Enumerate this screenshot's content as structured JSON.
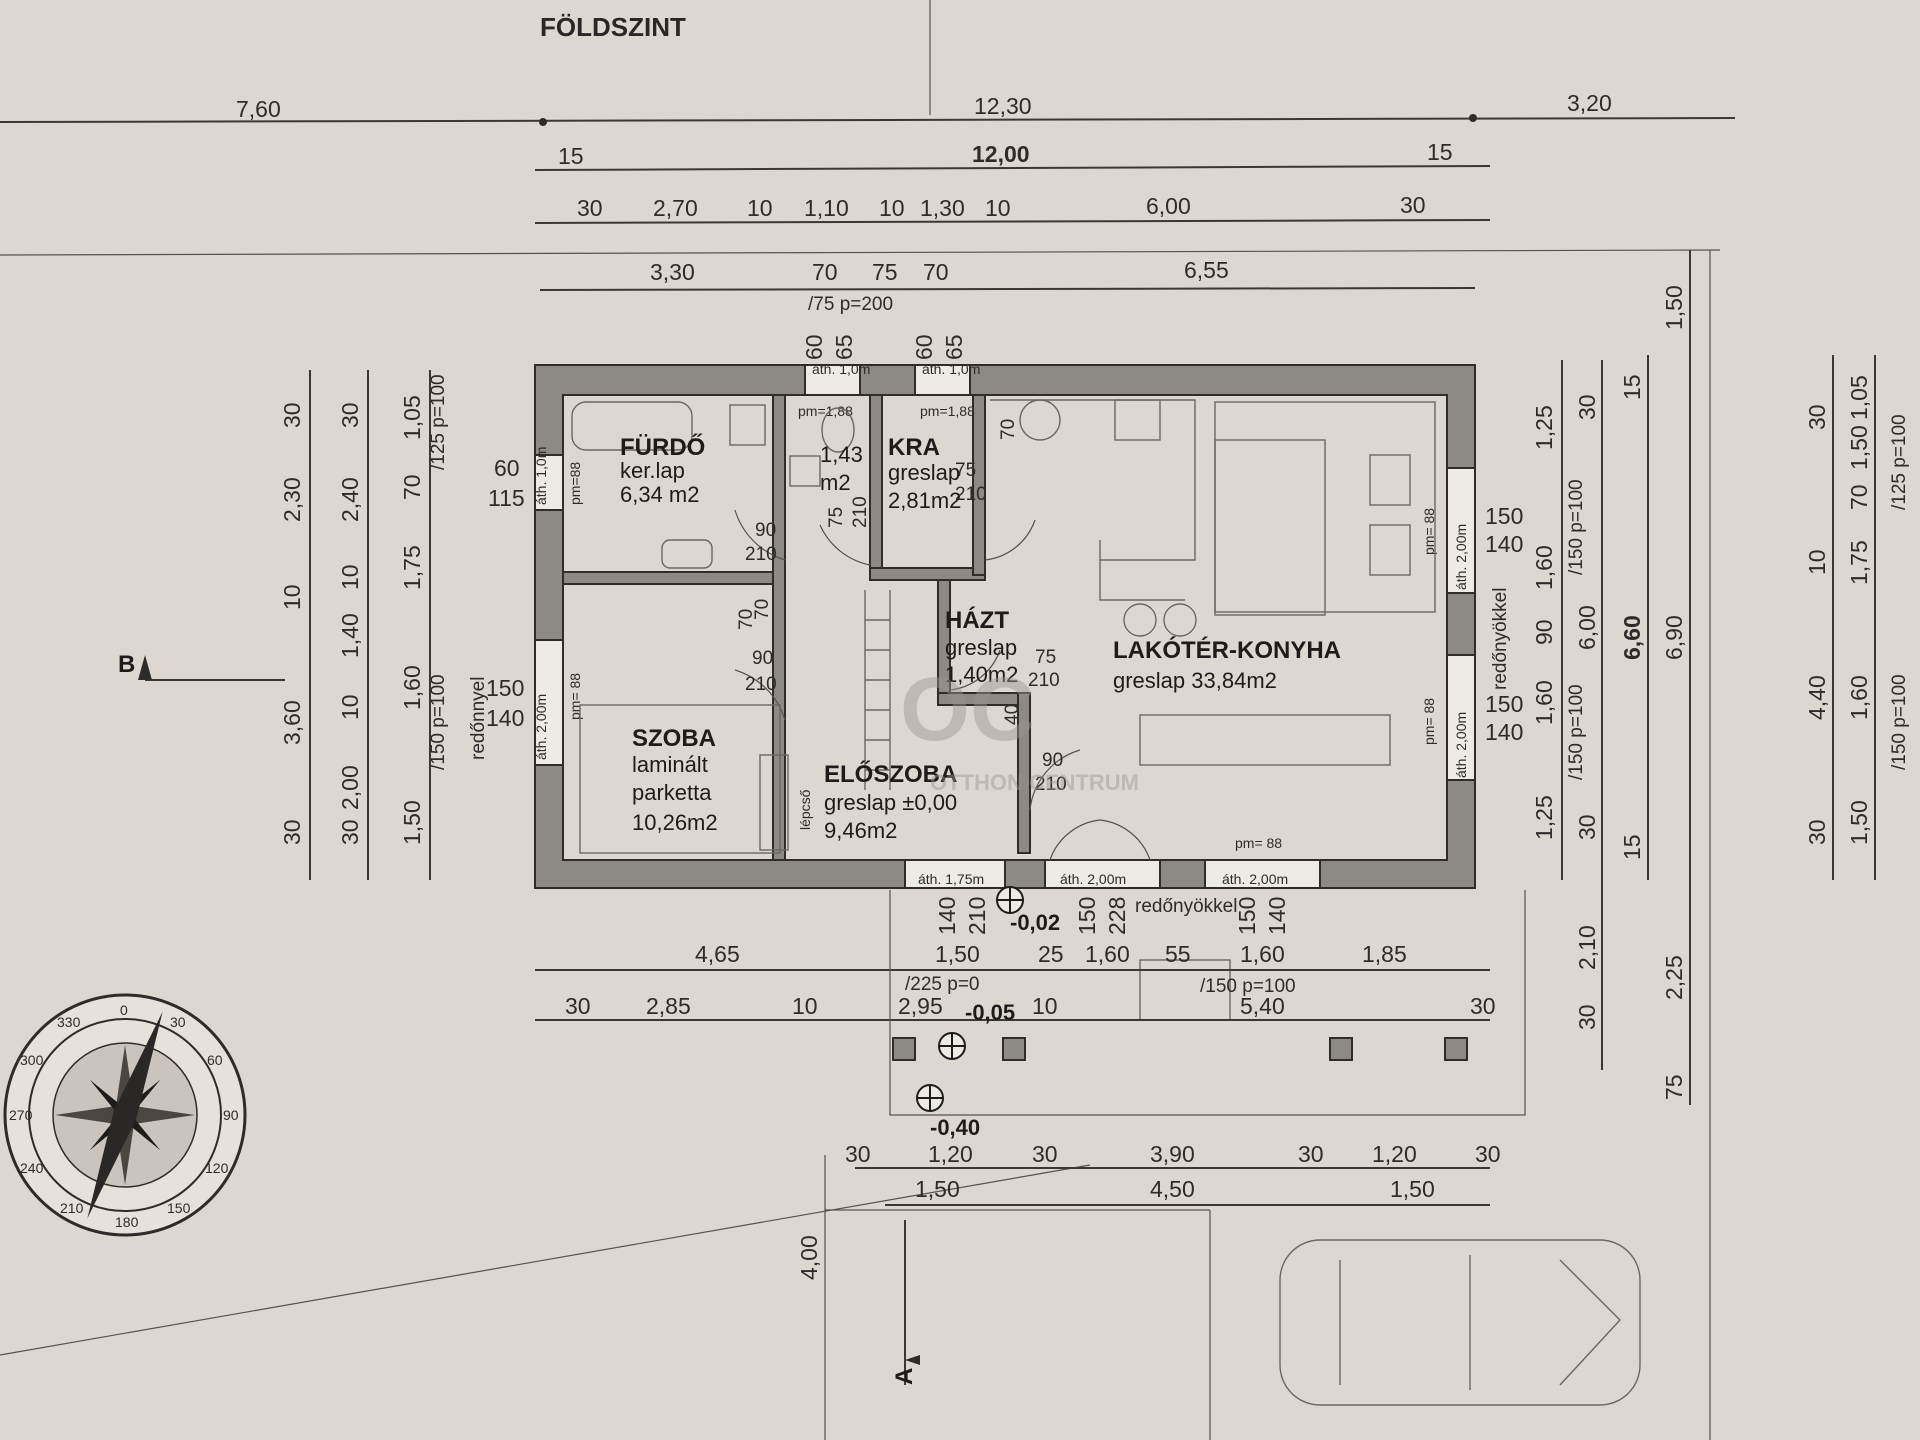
{
  "title": "FÖLDSZINT",
  "rooms": [
    {
      "name": "FÜRDŐ",
      "floor": "ker.lap",
      "area": "6,34 m2"
    },
    {
      "name": "KRA",
      "floor": "greslap",
      "area": "2,81m2"
    },
    {
      "name": "HÁZT",
      "floor": "greslap",
      "area": "1,40m2"
    },
    {
      "name": "LAKÓTÉR-KONYHA",
      "floor": "greslap 33,84m2"
    },
    {
      "name": "SZOBA",
      "floor": "laminált",
      "floor2": "parketta",
      "area": "10,26m2"
    },
    {
      "name": "ELŐSZOBA",
      "floor": "greslap ±0,00",
      "area": "9,46m2"
    }
  ],
  "wc_area": [
    "1,43",
    "m2"
  ],
  "section_marks": {
    "b": "B",
    "a": "A"
  },
  "levels": {
    "entry": "-0,02",
    "terrace": "-0,05",
    "ground": "-0,40"
  },
  "top_dims": {
    "overall": [
      "7,60",
      "12,30",
      "3,20"
    ],
    "outer": [
      "15",
      "12,00",
      "15"
    ],
    "wall_chain": [
      "30",
      "2,70",
      "10",
      "1,10",
      "10",
      "1,30",
      "10",
      "6,00",
      "30"
    ],
    "opening_chain": [
      "3,30",
      "70",
      "75",
      "70",
      "6,55"
    ],
    "opening_note": "/75 p=200",
    "small_windows": [
      "60",
      "65",
      "60",
      "65"
    ],
    "window_tags": [
      "áth. 1,0m",
      "áth. 1,0m"
    ],
    "pm_labels": [
      "pm=1,88",
      "pm=1,88"
    ]
  },
  "bottom_dims": {
    "chain1": [
      "4,65",
      "1,50",
      "25",
      "1,60",
      "55",
      "1,60",
      "1,85"
    ],
    "chain1_note": "/225 p=0",
    "chain1_note2": "/150 p=100",
    "chain2": [
      "30",
      "2,85",
      "10",
      "2,95",
      "10",
      "5,40",
      "30"
    ],
    "opening_heights": [
      "140",
      "210",
      "150",
      "228",
      "150",
      "140"
    ],
    "door_passes": [
      "áth. 1,75m",
      "áth. 2,00m",
      "áth. 2,00m"
    ],
    "pm_bottom": "pm= 88",
    "shutter": "redőnyökkel",
    "chain3": [
      "30",
      "1,20",
      "30",
      "3,90",
      "30",
      "1,20",
      "30"
    ],
    "chain4": [
      "1,50",
      "4,50",
      "1,50"
    ],
    "driveway": "4,00"
  },
  "left_dims": {
    "col1": [
      "30",
      "2,30",
      "10",
      "3,60",
      "30"
    ],
    "col2": [
      "30",
      "2,40",
      "10",
      "1,40",
      "10",
      "2,00",
      "30"
    ],
    "col3": [
      "1,05",
      "70",
      "1,75",
      "1,60",
      "1,50"
    ],
    "col3_notes": [
      "/125 p=100",
      "/150 p=100"
    ],
    "shutter": "redőnnyel",
    "window1": [
      "60",
      "115"
    ],
    "window2": [
      "150",
      "140"
    ],
    "pm_left": [
      "pm=88",
      "pm= 88"
    ],
    "window_tags": [
      "áth. 1,0m",
      "áth. 2,00m"
    ]
  },
  "right_dims": {
    "col1": [
      "1,25",
      "1,60",
      "90",
      "1,60",
      "1,25"
    ],
    "col1_notes": [
      "/150 p=100",
      "/150 p=100"
    ],
    "col2": [
      "30",
      "6,00",
      "30"
    ],
    "col3": [
      "15",
      "6,60",
      "15"
    ],
    "col4": [
      "1,50",
      "6,90",
      "2,25",
      "75"
    ],
    "col2b": [
      "2,10",
      "30"
    ],
    "windows": [
      "150",
      "140",
      "150",
      "140"
    ],
    "shutter": "redőnyökkel",
    "pm_right": [
      "pm= 88",
      "pm= 88"
    ],
    "window_tags": [
      "áth. 2,00m",
      "áth. 2,00m"
    ]
  },
  "far_right_dims": {
    "col1": [
      "10",
      "4,40",
      "30"
    ],
    "col2": [
      "1,50",
      "30",
      "1,75",
      "1,60",
      "1,50"
    ],
    "col3": [
      "1,05",
      "70"
    ],
    "col3_notes": [
      "/125 p=100",
      "/150 p=100"
    ]
  },
  "interior_tags": [
    "90",
    "210",
    "70",
    "90",
    "210",
    "75",
    "210",
    "70",
    "75",
    "210",
    "75",
    "210",
    "90",
    "210",
    "40",
    "70"
  ],
  "stair_label": "lépcső",
  "watermark": {
    "top": "OC",
    "bottom": "OTTHON CENTRUM"
  },
  "compass_degrees": [
    "0",
    "30",
    "60",
    "90",
    "120",
    "150",
    "180",
    "210",
    "240",
    "270",
    "300",
    "330"
  ],
  "colors": {
    "paper": "#dcd7d0",
    "wall": "#8d8984",
    "ink": "#2e2c2a"
  }
}
